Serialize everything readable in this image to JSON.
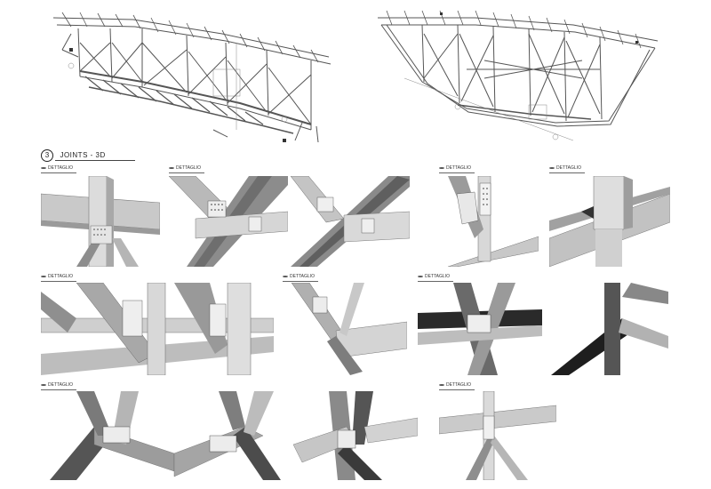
{
  "section": {
    "number": "3",
    "title": "JOINTS - 3D"
  },
  "details": [
    {
      "id": "d1",
      "bubble": "",
      "label": "DETTAGLIO"
    },
    {
      "id": "d2",
      "bubble": "",
      "label": "DETTAGLIO"
    },
    {
      "id": "d4",
      "bubble": "",
      "label": "DETTAGLIO"
    },
    {
      "id": "d5",
      "bubble": "",
      "label": "DETTAGLIO"
    },
    {
      "id": "d6",
      "bubble": "",
      "label": "DETTAGLIO"
    },
    {
      "id": "d8",
      "bubble": "",
      "label": "DETTAGLIO"
    },
    {
      "id": "d9",
      "bubble": "",
      "label": "DETTAGLIO"
    },
    {
      "id": "d10",
      "bubble": "",
      "label": "DETTAGLIO"
    },
    {
      "id": "d12",
      "bubble": "",
      "label": "DETTAGLIO"
    }
  ]
}
